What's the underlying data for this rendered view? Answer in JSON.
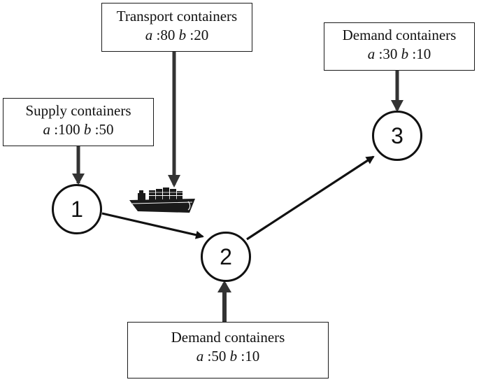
{
  "nodes": [
    {
      "label": "1"
    },
    {
      "label": "2"
    },
    {
      "label": "3"
    }
  ],
  "boxes": {
    "transport": {
      "title": "Transport containers",
      "a_label": "a",
      "a_value": ":80",
      "b_label": "b",
      "b_value": ":20"
    },
    "supply": {
      "title": "Supply containers",
      "a_label": "a",
      "a_value": ":100",
      "b_label": "b",
      "b_value": ":50"
    },
    "demand_3": {
      "title": "Demand containers",
      "a_label": "a",
      "a_value": ":30",
      "b_label": "b",
      "b_value": ":10"
    },
    "demand_2": {
      "title": "Demand containers",
      "a_label": "a",
      "a_value": ":50",
      "b_label": "b",
      "b_value": ":10"
    }
  },
  "edges": [
    {
      "from": "1",
      "to": "2"
    },
    {
      "from": "2",
      "to": "3"
    }
  ],
  "icons": {
    "vessel": "container-ship-icon"
  },
  "colors": {
    "stroke": "#1a1a1a",
    "arrow_fill": "#333333",
    "background": "#ffffff"
  }
}
